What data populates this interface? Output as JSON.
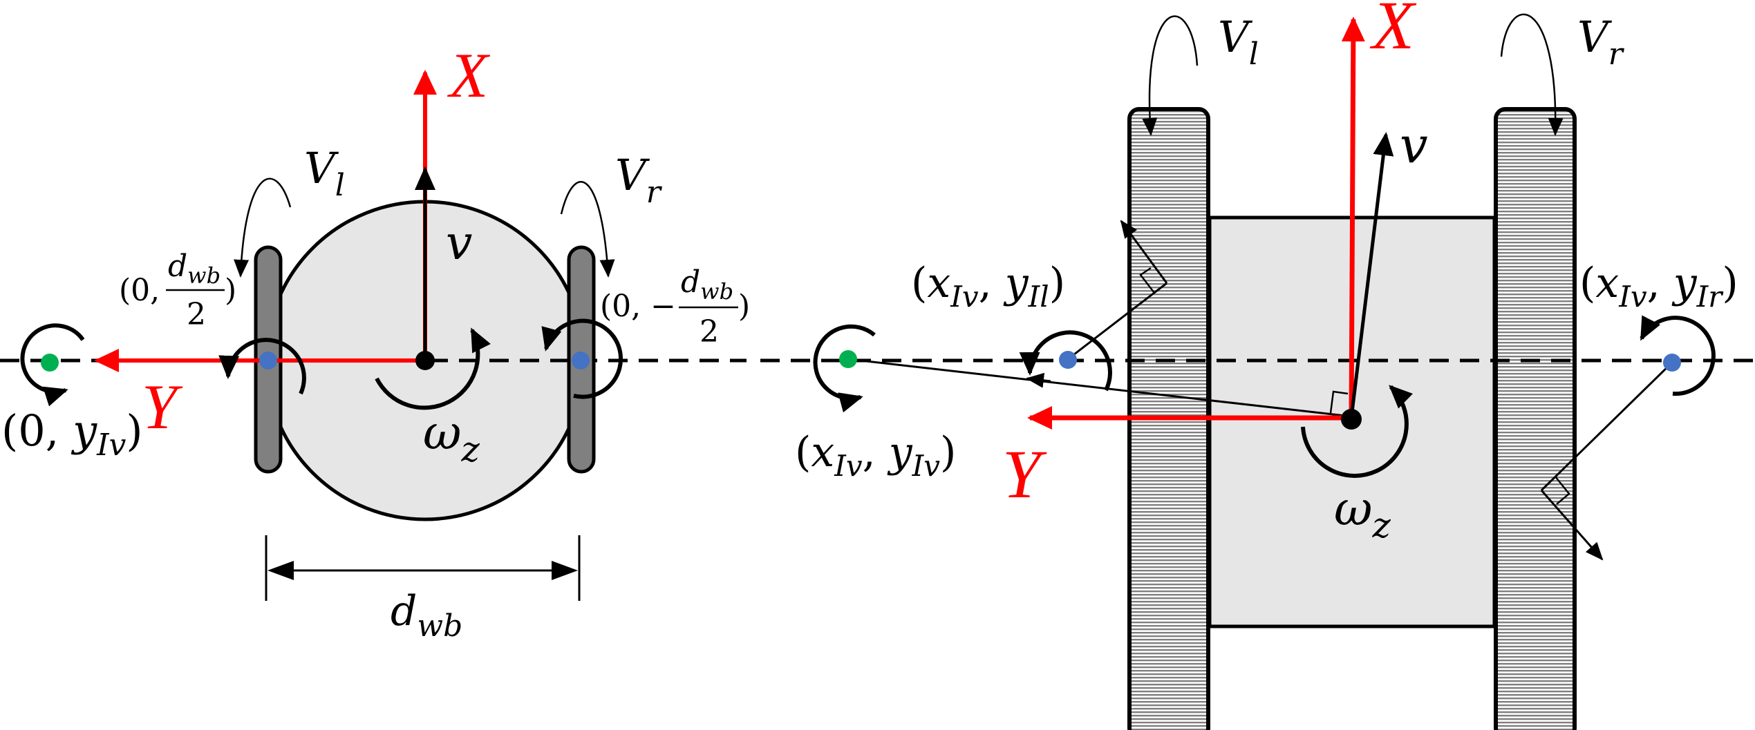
{
  "figure": {
    "left_panel": {
      "title": "Differential drive (circular body)",
      "axis_x_label": "X",
      "axis_y_label": "Y",
      "velocity_label": "v",
      "omega_label": "ω",
      "omega_sub": "z",
      "left_wheel_speed": "V",
      "left_wheel_speed_sub": "l",
      "right_wheel_speed": "V",
      "right_wheel_speed_sub": "r",
      "left_wheel_coord": {
        "prefix": "(0,",
        "num": "d",
        "num_sub": "wb",
        "den": "2",
        "suffix": ")"
      },
      "right_wheel_coord": {
        "prefix": "(0, −",
        "num": "d",
        "num_sub": "wb",
        "den": "2",
        "suffix": ")"
      },
      "icr_coord": {
        "prefix": "(0, ",
        "var": "y",
        "sub": "Iv",
        "suffix": ")"
      },
      "wheelbase_label": "d",
      "wheelbase_sub": "wb"
    },
    "right_panel": {
      "title": "Skid-steer / tracked body",
      "axis_x_label": "X",
      "axis_y_label": "Y",
      "velocity_label": "v",
      "omega_label": "ω",
      "omega_sub": "z",
      "left_wheel_speed": "V",
      "left_wheel_speed_sub": "l",
      "right_wheel_speed": "V",
      "right_wheel_speed_sub": "r",
      "icr_coord": {
        "open": "(",
        "x": "x",
        "x_sub": "Iv",
        "sep": ", ",
        "y": "y",
        "y_sub": "Iv",
        "close": ")"
      },
      "left_icr_coord": {
        "open": "(",
        "x": "x",
        "x_sub": "Iv",
        "sep": ", ",
        "y": "y",
        "y_sub": "Il",
        "close": ")"
      },
      "right_icr_coord": {
        "open": "(",
        "x": "x",
        "x_sub": "Iv",
        "sep": ", ",
        "y": "y",
        "y_sub": "Ir",
        "close": ")"
      }
    },
    "colors": {
      "axis": "#ff0000",
      "icr_point": "#00b050",
      "wheel_point": "#4472c4",
      "body_fill": "#e6e6e6",
      "wheel_fill": "#808080",
      "ink": "#000000"
    }
  }
}
